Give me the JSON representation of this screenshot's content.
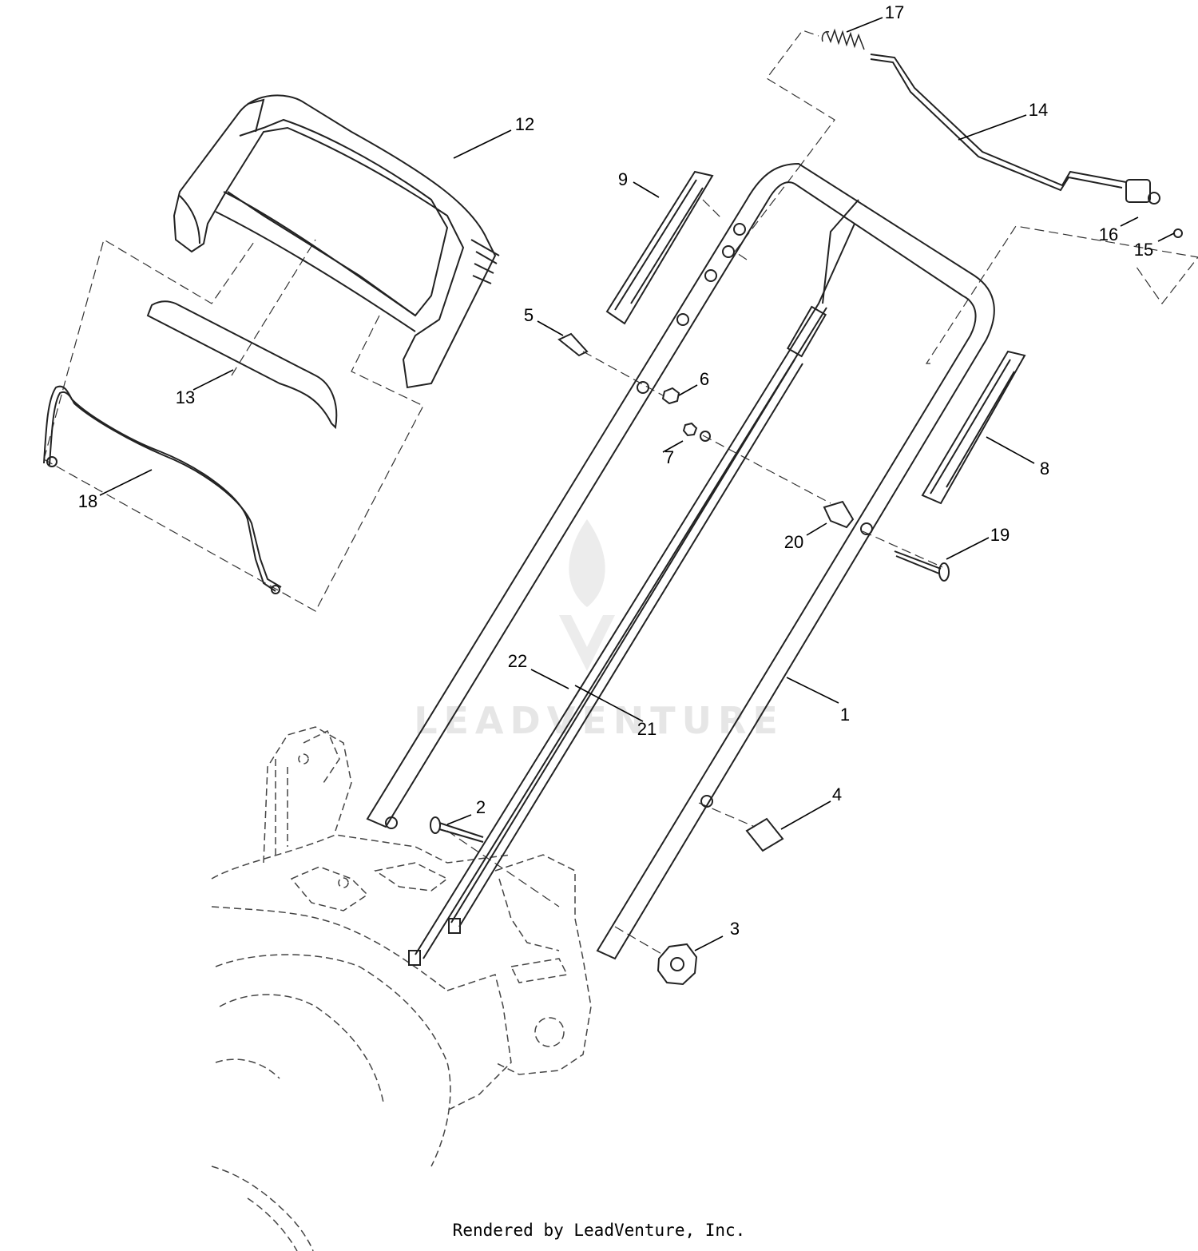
{
  "watermark": "LEADVENTURE",
  "footer": "Rendered by LeadVenture, Inc.",
  "callouts": [
    {
      "id": "1",
      "label": "1"
    },
    {
      "id": "2",
      "label": "2"
    },
    {
      "id": "3",
      "label": "3"
    },
    {
      "id": "4",
      "label": "4"
    },
    {
      "id": "5",
      "label": "5"
    },
    {
      "id": "6",
      "label": "6"
    },
    {
      "id": "7",
      "label": "7"
    },
    {
      "id": "8",
      "label": "8"
    },
    {
      "id": "9",
      "label": "9"
    },
    {
      "id": "12",
      "label": "12"
    },
    {
      "id": "13",
      "label": "13"
    },
    {
      "id": "14",
      "label": "14"
    },
    {
      "id": "15",
      "label": "15"
    },
    {
      "id": "16",
      "label": "16"
    },
    {
      "id": "17",
      "label": "17"
    },
    {
      "id": "18",
      "label": "18"
    },
    {
      "id": "19",
      "label": "19"
    },
    {
      "id": "20",
      "label": "20"
    },
    {
      "id": "21",
      "label": "21"
    },
    {
      "id": "22",
      "label": "22"
    }
  ]
}
